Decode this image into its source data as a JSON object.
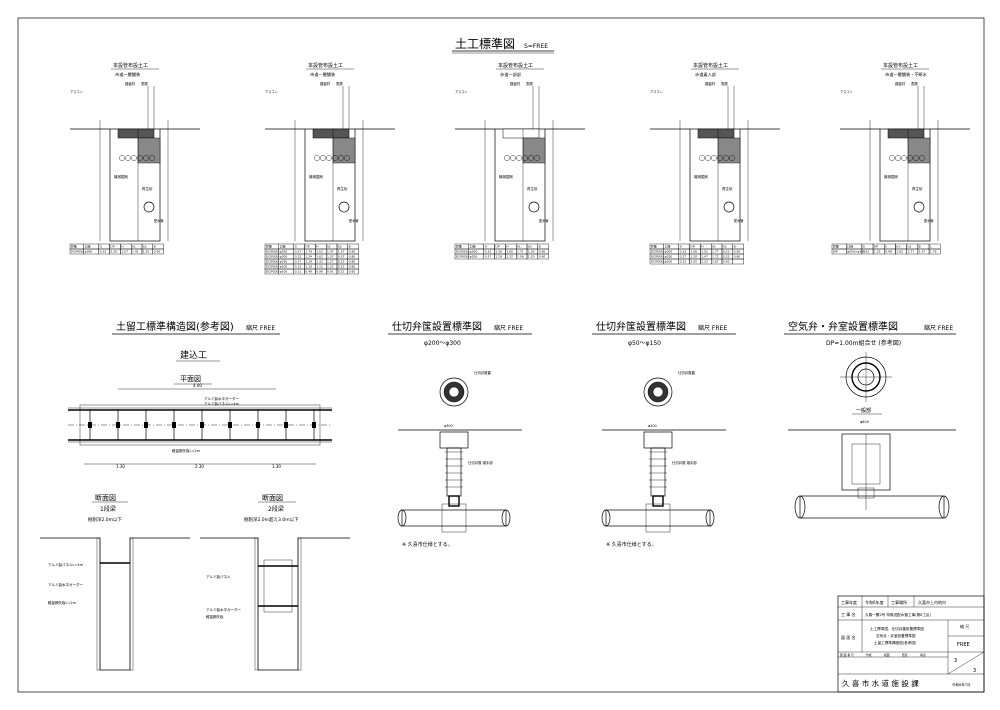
{
  "main_title": "土工標準図",
  "main_scale": "S=FREE",
  "sections": [
    {
      "title": "本設管布設土工",
      "subtitle": "市道一層舗装",
      "layers": [
        "路盤材",
        "表層"
      ],
      "label_as": "アスコン",
      "fill": "機械掘削",
      "sand": "再生砂",
      "pipe": "配水管",
      "table_header": [
        "管種",
        "口径",
        "D",
        "DP",
        "H",
        "h1",
        "h2",
        "B"
      ],
      "table_rows": [
        [
          "DCIP(DI)",
          "φ300",
          "0.32",
          "2.20",
          "1.57",
          "1.41",
          "1.81",
          "0.90"
        ]
      ]
    },
    {
      "title": "本設管布設土工",
      "subtitle": "市道一層舗装",
      "layers": [
        "路盤材",
        "表層"
      ],
      "label_as": "アスコン",
      "fill": "機械掘削",
      "sand": "再生砂",
      "pipe": "配水管",
      "table_header": [
        "管種",
        "口径",
        "D",
        "DP",
        "H",
        "h1",
        "h2",
        "B"
      ],
      "table_rows": [
        [
          "DCIP(DI)",
          "φ250",
          "0.27",
          "1.79",
          "1.52",
          "1.47",
          "1.37",
          "0.90"
        ],
        [
          "DCIP(DI)",
          "φ200",
          "0.22",
          "1.24",
          "1.62",
          "1.37",
          "0.37",
          "0.80"
        ],
        [
          "DCIP(DI)",
          "φ150",
          "0.17",
          "1.19",
          "1.31",
          "1.27",
          "0.22",
          "0.80"
        ],
        [
          "DCIP(DI)",
          "φ100",
          "0.12",
          "1.19",
          "1.31",
          "1.22",
          "0.22",
          "0.80"
        ],
        [
          "DCIP(DI)",
          "φ100",
          "0.11",
          "0.49",
          "0.96",
          "0.91",
          "0.21",
          "0.60"
        ]
      ]
    },
    {
      "title": "本設管布設土工",
      "subtitle": "歩道一部部",
      "layers": [
        "路盤材",
        "表層"
      ],
      "label_as": "アスコン",
      "fill": "機械掘削",
      "sand": "再生砂",
      "pipe": "配水管",
      "table_header": [
        "管種",
        "口径",
        "D",
        "DP",
        "H",
        "h1",
        "h2",
        "B"
      ],
      "table_rows": [
        [
          "DCIP(DI)",
          "φ300",
          "0.32",
          "1.50",
          "1.60",
          "1.71",
          "1.30",
          "0.90"
        ],
        [
          "DCIP(DI)",
          "φ250",
          "0.27",
          "1.29",
          "1.32",
          "1.56",
          "1.20",
          "0.90"
        ]
      ]
    },
    {
      "title": "本設管布設土工",
      "subtitle": "歩道乗入部",
      "layers": [
        "路盤材",
        "表層"
      ],
      "label_as": "アスコン",
      "fill": "機械掘削",
      "sand": "再生砂",
      "pipe": "配水管",
      "table_header": [
        "管種",
        "口径",
        "D",
        "DP",
        "H",
        "h1",
        "h2",
        "B"
      ],
      "table_rows": [
        [
          "DCIP(DI)",
          "φ300",
          "0.32",
          "1.06",
          "1.52",
          "1.77",
          "0.22",
          "0.90"
        ],
        [
          "DCIP(DI)",
          "φ250",
          "0.27",
          "1.20",
          "1.47",
          "1.72",
          "0.22",
          "0.80"
        ],
        [
          "DCIP(DI)",
          "φ200",
          "0.22",
          "2.05",
          "2.22",
          "1.67",
          "0.90",
          ""
        ]
      ]
    },
    {
      "title": "本設管布設土工",
      "subtitle": "市道一層舗装・不断水",
      "layers": [
        "路盤材",
        "表層"
      ],
      "label_as": "アスコン",
      "fill": "機械掘削",
      "sand": "再生砂",
      "pipe": "配水管",
      "table_header": [
        "管種",
        "口径",
        "D",
        "DP",
        "h",
        "h1",
        "h2",
        "B",
        "L"
      ],
      "table_rows": [
        [
          "DIP",
          "φ250×φ300",
          "0.32",
          "1.25",
          "6.48",
          "1.62",
          "1.77",
          "1.37",
          "1.76"
        ]
      ]
    }
  ],
  "retain": {
    "title": "土留工標準構造図(参考図)",
    "scale": "縮尺 FREE",
    "sub": "建込工",
    "plan": "平面図",
    "sec": "断面図",
    "one": "1段梁",
    "one_note": "掘削深2.0m以下",
    "two": "2段梁",
    "two_note": "掘削深2.0m超え3.0m以下",
    "dim_total": "4.00",
    "dims": [
      "1.30",
      "2.30",
      "1.30"
    ],
    "lab_a": "アルミ製水平ガーダー",
    "lab_b": "アルミ製パネルL=4m",
    "lab_c": "軽量鋼矢板L=2m",
    "lab_d": "アルミ製パネル",
    "lab_e": "アルミ製水平ガーダー",
    "lab_f": "軽量鋼矢板"
  },
  "valve1": {
    "title": "仕切弁筺設置標準図",
    "scale": "縮尺 FREE",
    "range": "φ200～φ300",
    "note": "※ 久喜市仕様とする。",
    "lab1": "仕切弁筺蓋",
    "lab2": "仕切弁筺 継手部",
    "dim": "φ300"
  },
  "valve2": {
    "title": "仕切弁筺設置標準図",
    "scale": "縮尺 FREE",
    "range": "φ50～φ150",
    "note": "※ 久喜市仕様とする。",
    "lab1": "仕切弁筺蓋",
    "lab2": "仕切弁筺 継手部",
    "dim": "φ200"
  },
  "air": {
    "title": "空気弁・弁室設置標準図",
    "scale": "縮尺 FREE",
    "range": "DP=1.00m組合せ (参考図)",
    "sec": "一般部",
    "dim": "φ600"
  },
  "titleblock": {
    "row1": [
      "工事年度",
      "令和6年度",
      "工事場所",
      "久喜市上内地内"
    ],
    "row2": [
      "工 事 名",
      "久喜一開2号 特殊送配水管工事(第6工区)"
    ],
    "row3_label": "図 面 名",
    "row3_text": [
      "土工標準図、仕切弁筺設置標準図",
      "空気弁・弁室設置標準図",
      "土留工標準構造図(参考図)"
    ],
    "scale_label": "縮 尺",
    "scale_val": "FREE",
    "row4": [
      "図 面 番 号",
      "作成",
      "検図",
      "照査",
      "承認"
    ],
    "page": "3",
    "total": "3",
    "org": "久 喜 市 水 道 施 設 課",
    "date": "令和6年7月"
  }
}
